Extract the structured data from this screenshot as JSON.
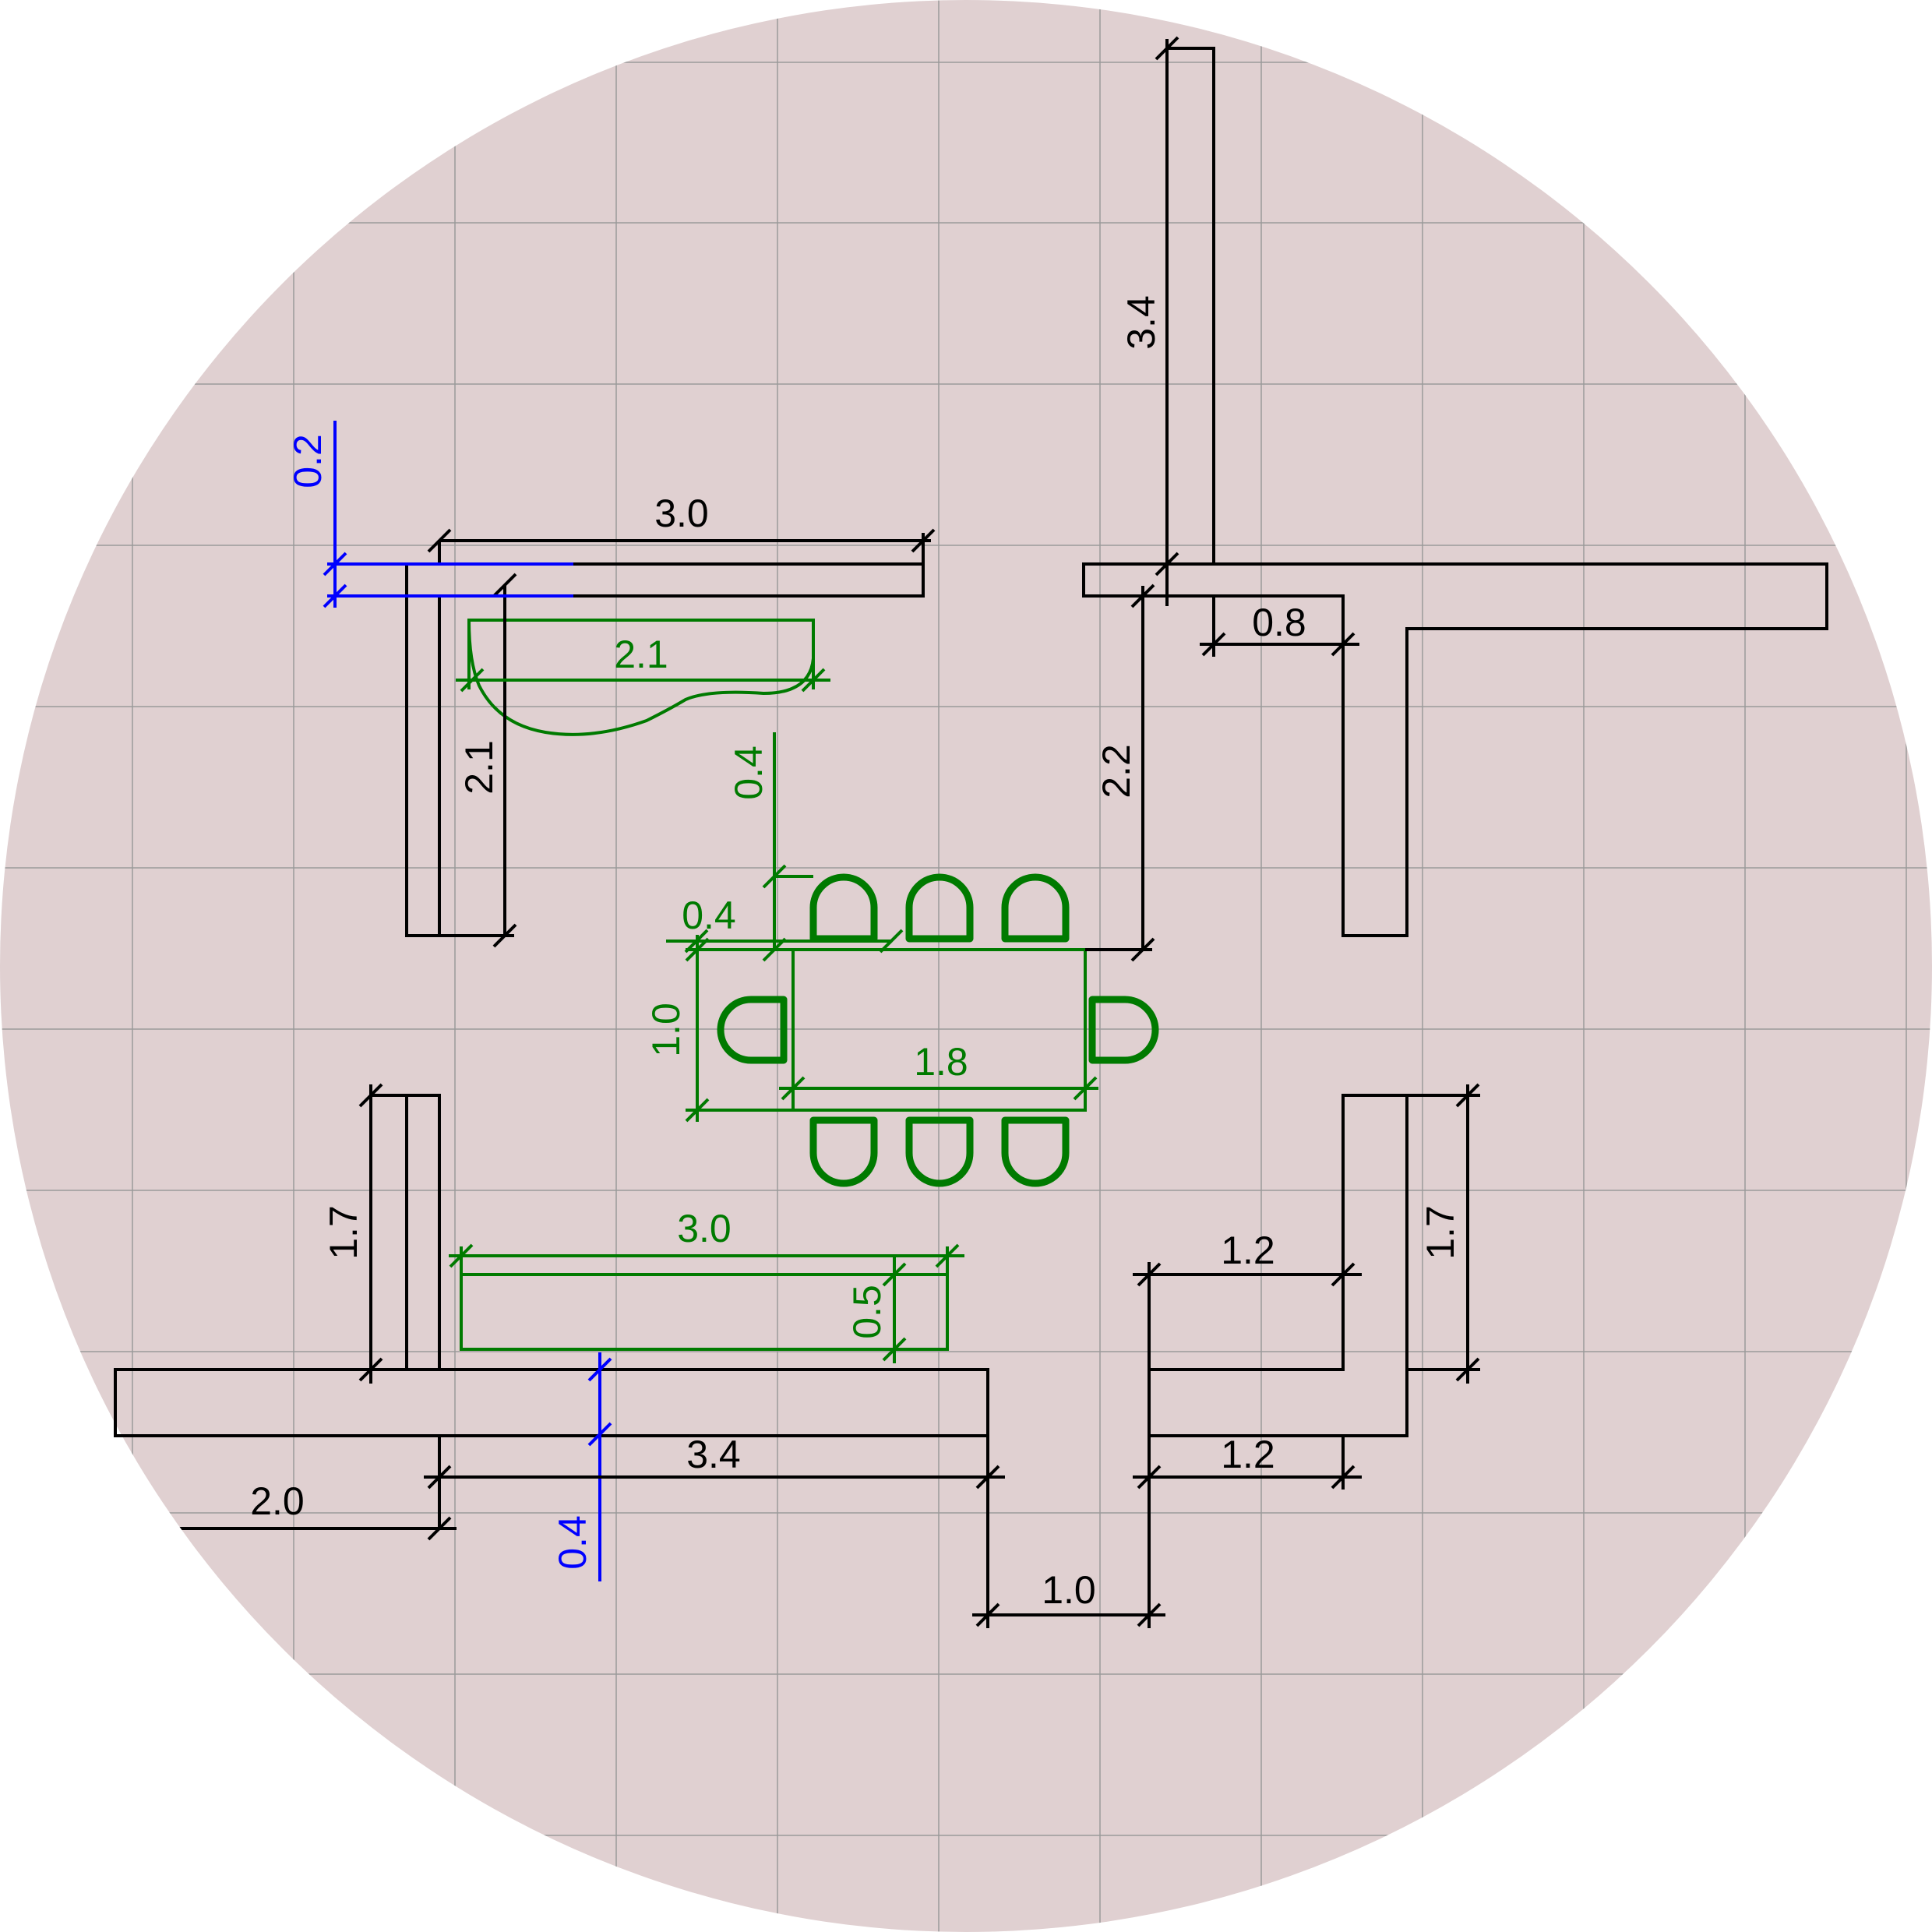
{
  "colors": {
    "background_disc": "#e0d0d1",
    "grid": "#9a9a9a",
    "wall": "#000000",
    "furniture": "#007a00",
    "highlight": "#0000ff"
  },
  "labels": {
    "top_wall_length": "3.0",
    "left_wall_height": "2.1",
    "counter_length": "2.1",
    "blue_offset_top": "0.2",
    "tall_wall_height": "3.4",
    "wall_stub_width": "0.8",
    "right_gap_height": "2.2",
    "table_offset_v": "0.4",
    "table_offset_h": "0.4",
    "table_depth": "1.0",
    "table_length": "1.8",
    "lower_left_height": "1.7",
    "bench_length": "3.0",
    "bench_depth": "0.5",
    "bottom_wall_length": "3.4",
    "blue_offset_bottom": "0.4",
    "left_extent": "2.0",
    "lower_right_upper": "1.2",
    "lower_right_height": "1.7",
    "lower_right_lower": "1.2",
    "door_gap": "1.0"
  }
}
